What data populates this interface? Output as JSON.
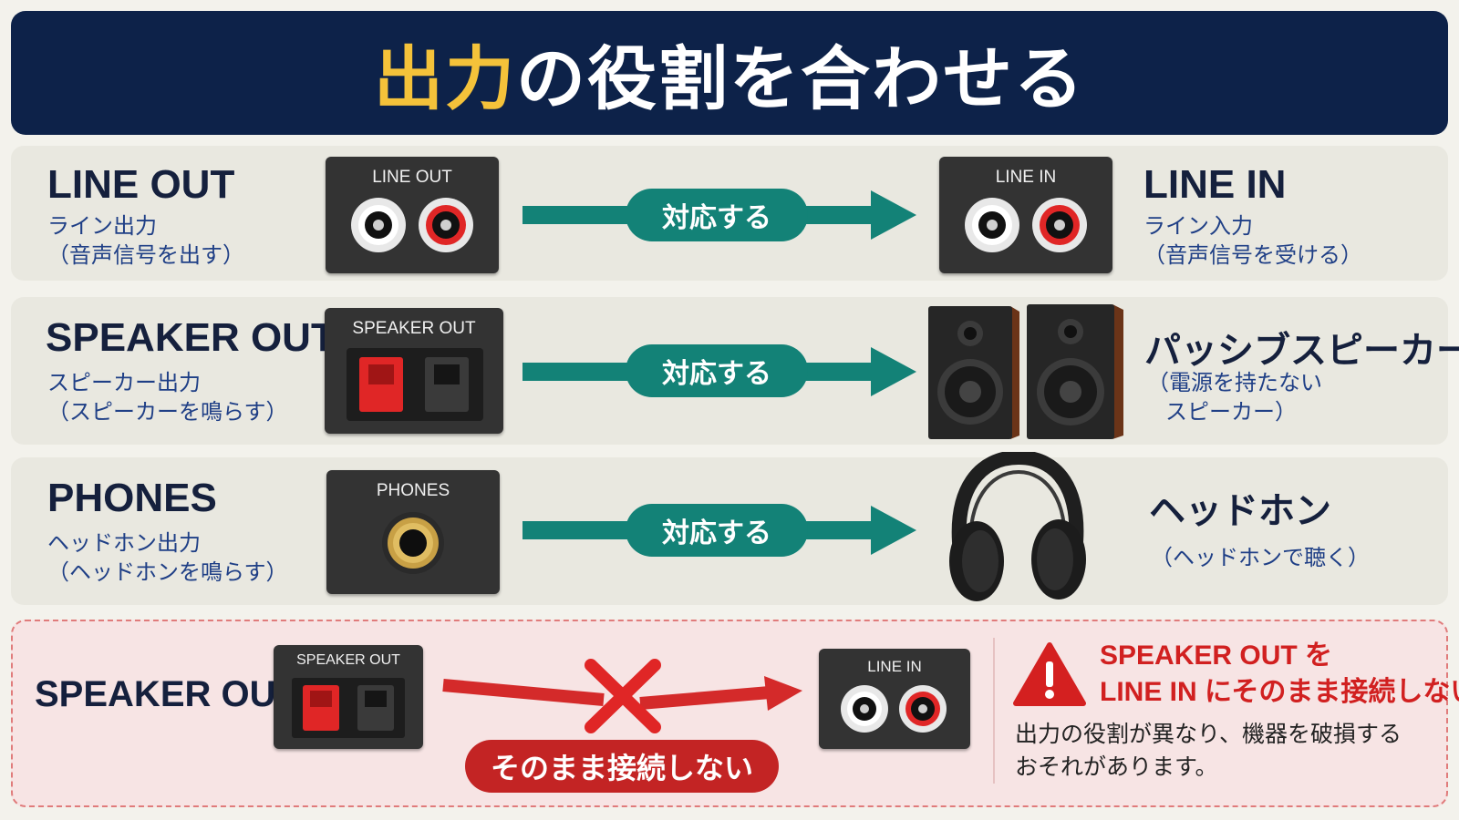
{
  "title": {
    "highlight": "出力",
    "rest": "の役割を合わせる"
  },
  "rows": [
    {
      "left_main": "LINE OUT",
      "left_sub1": "ライン出力",
      "left_sub2": "（音声信号を出す）",
      "panel_label": "LINE OUT",
      "arrow_label": "対応する",
      "target_panel_label": "LINE IN",
      "right_main": "LINE IN",
      "right_sub1": "ライン入力",
      "right_sub2": "（音声信号を受ける）"
    },
    {
      "left_main": "SPEAKER OUT",
      "left_sub1": "スピーカー出力",
      "left_sub2": "（スピーカーを鳴らす）",
      "panel_label": "SPEAKER OUT",
      "arrow_label": "対応する",
      "right_main": "パッシブスピーカー",
      "right_sub1": "（電源を持たない",
      "right_sub2": "スピーカー）"
    },
    {
      "left_main": "PHONES",
      "left_sub1": "ヘッドホン出力",
      "left_sub2": "（ヘッドホンを鳴らす）",
      "panel_label": "PHONES",
      "arrow_label": "対応する",
      "right_main": "ヘッドホン",
      "right_sub1": "（ヘッドホンで聴く）"
    }
  ],
  "warning": {
    "left_main": "SPEAKER OUT",
    "panel_label": "SPEAKER OUT",
    "target_panel_label": "LINE IN",
    "pill": "そのまま接続しない",
    "head_line1": "SPEAKER OUT を",
    "head_line2": "LINE IN にそのまま接続しない",
    "body_line1": "出力の役割が異なり、機器を破損する",
    "body_line2": "おそれがあります。"
  },
  "colors": {
    "header_bg": "#0d2249",
    "title_highlight": "#f4c23a",
    "arrow_teal": "#138277",
    "warning_red": "#c32424"
  },
  "icons": [
    "rca-jack-icon",
    "speaker-terminal-icon",
    "phone-jack-icon",
    "bookshelf-speakers-icon",
    "headphones-icon",
    "warning-triangle-icon",
    "cross-mark-icon"
  ]
}
